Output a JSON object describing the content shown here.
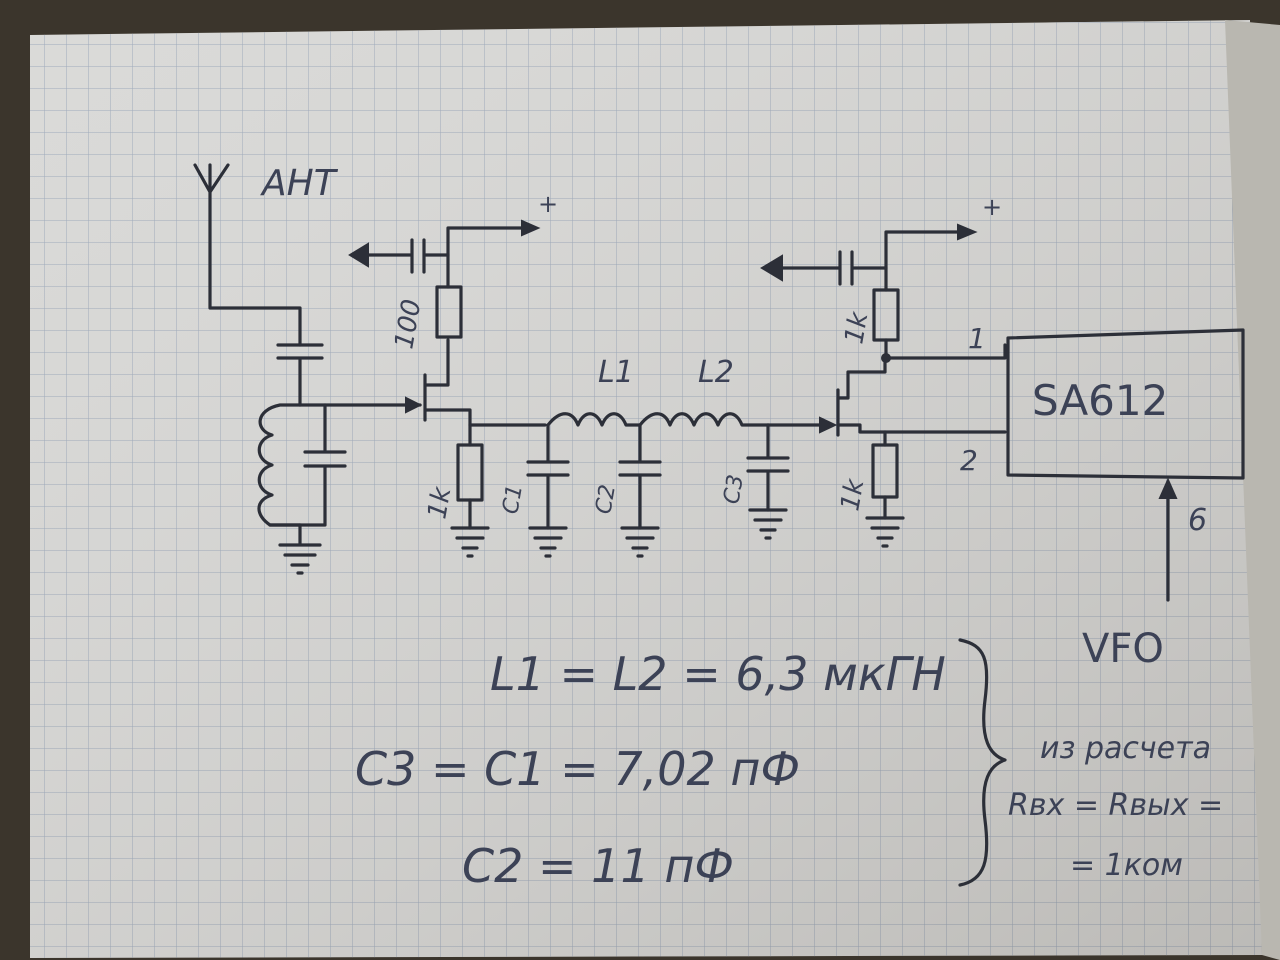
{
  "labels": {
    "antenna": "АНТ",
    "plus_left": "+",
    "plus_right": "+",
    "r_drain_left": "100",
    "r_source_left": "1k",
    "r_drain_right": "1k",
    "r_source_right": "1k",
    "c1": "C1",
    "c2": "C2",
    "c3": "C3",
    "l1": "L1",
    "l2": "L2",
    "ic_name": "SA612",
    "pin1": "1",
    "pin2": "2",
    "pin6": "6",
    "vfo": "VFO"
  },
  "notes": {
    "line1": "L1 = L2 = 6,3 мкГН",
    "line2": "C3 = C1 = 7,02 пФ",
    "line3": "C2 = 11 пФ",
    "side1": "из расчета",
    "side2": "Rвх = Rвых =",
    "side3": "= 1ком"
  }
}
